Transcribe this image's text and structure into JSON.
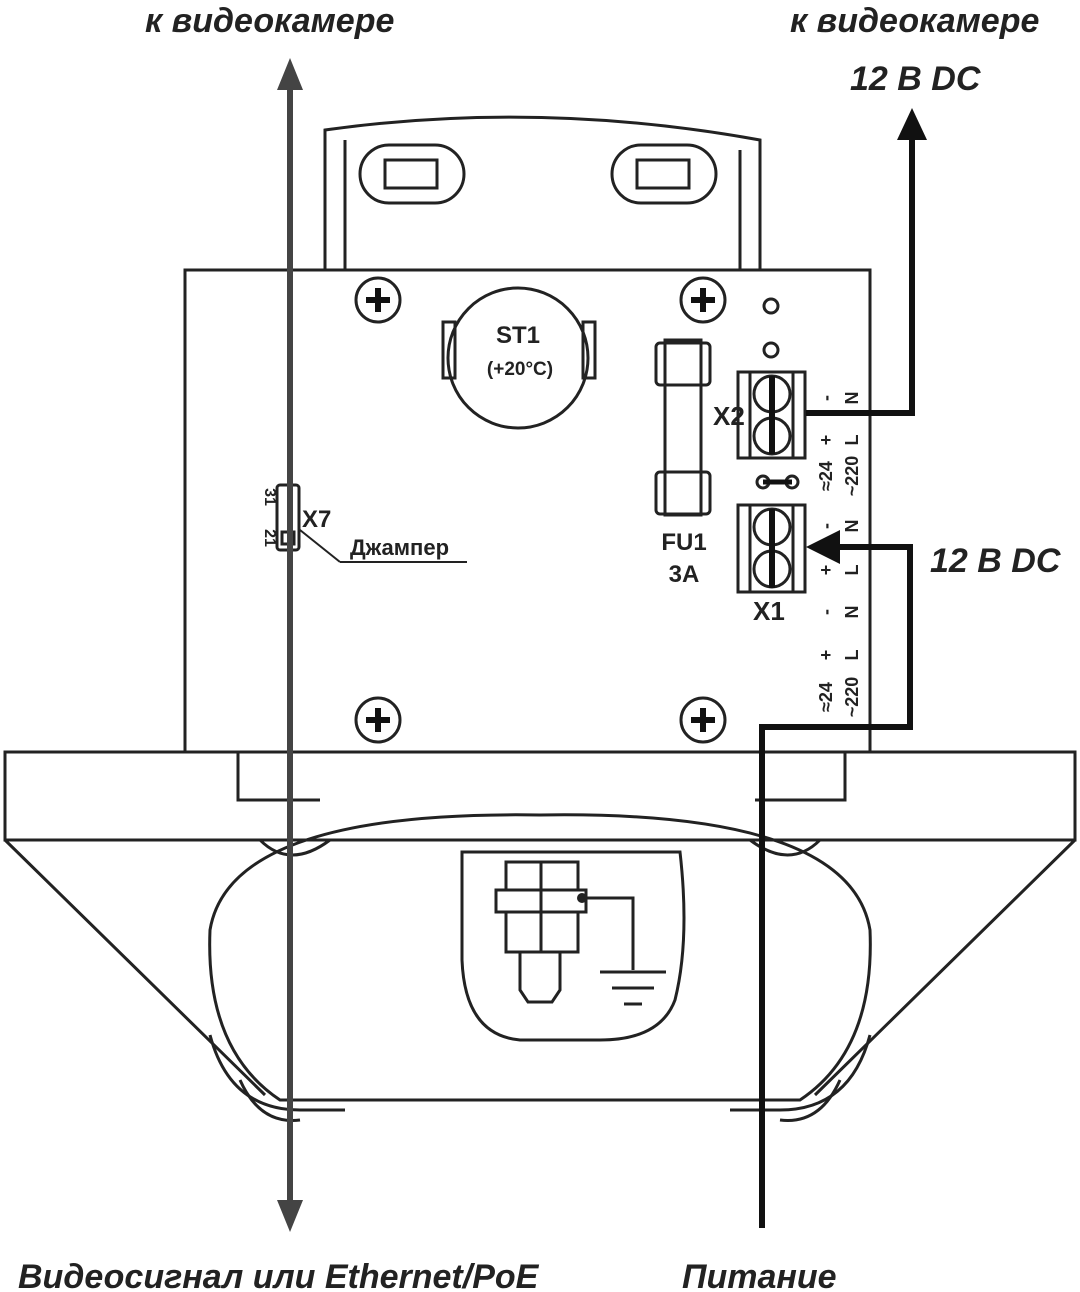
{
  "labels": {
    "to_camera_left": "к видеокамере",
    "to_camera_right": "к видеокамере",
    "camera_voltage": "12 В DC",
    "input_voltage": "12 В DC",
    "video_signal": "Видеосигнал или Ethernet/PoE",
    "power": "Питание"
  },
  "components": {
    "thermostat": "ST1",
    "thermostat_temp": "(+20°C)",
    "fuse": "FU1",
    "fuse_rating": "3А",
    "terminal_x2": "X2",
    "terminal_x1": "X1",
    "jumper_ref": "X7",
    "jumper_label": "Джампер",
    "jumper_pin_top": "31",
    "jumper_pin_bottom": "21"
  },
  "terminal_marks": {
    "minus": "-",
    "plus": "+",
    "n": "N",
    "l": "L",
    "dc24": "≈24",
    "ac220": "~220"
  }
}
